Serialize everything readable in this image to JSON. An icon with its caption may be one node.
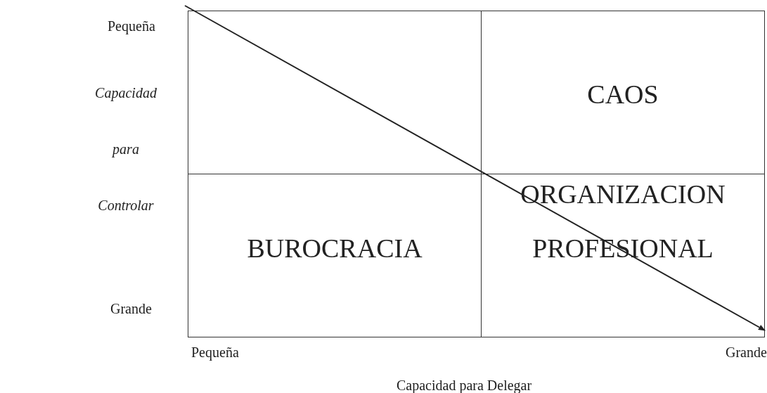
{
  "diagram": {
    "nodes": [
      {
        "text": [],
        "shape": "box"
      },
      {
        "text": [
          "CAOS"
        ]
      },
      {
        "text": [
          "BUROCRACIA"
        ]
      },
      {
        "text": [
          "ORGANIZACION PROFESIONAL"
        ]
      }
    ],
    "labels": [
      "Pequeña",
      "Capacidad para Controlar",
      "Grande",
      "Pequeña",
      "Grande",
      "Capacidad para Delegar"
    ]
  }
}
